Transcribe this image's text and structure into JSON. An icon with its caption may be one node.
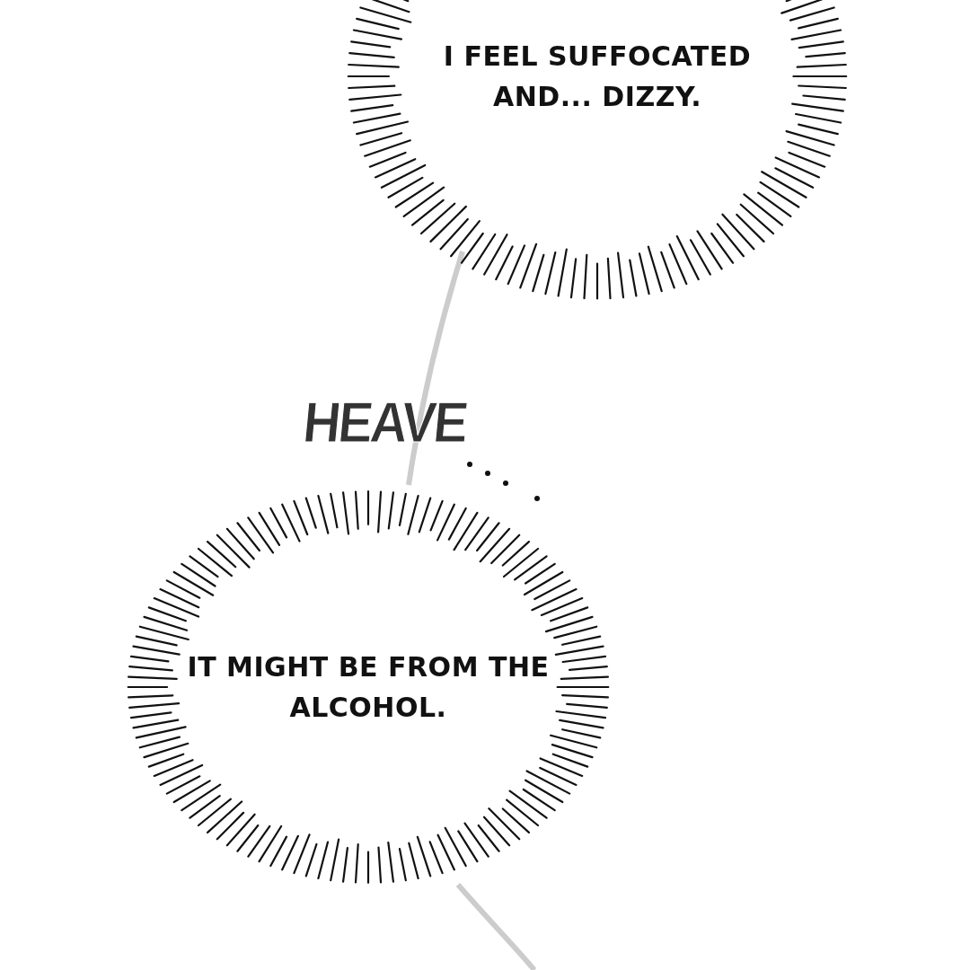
{
  "diagram": {
    "nodes": [
      {
        "text": [
          "I FEEL SUFFOCATED AND... DIZZY."
        ]
      },
      {
        "text": [
          "IT MIGHT BE FROM THE ALCOHOL."
        ]
      }
    ],
    "labels": [
      "HEAVE"
    ]
  }
}
